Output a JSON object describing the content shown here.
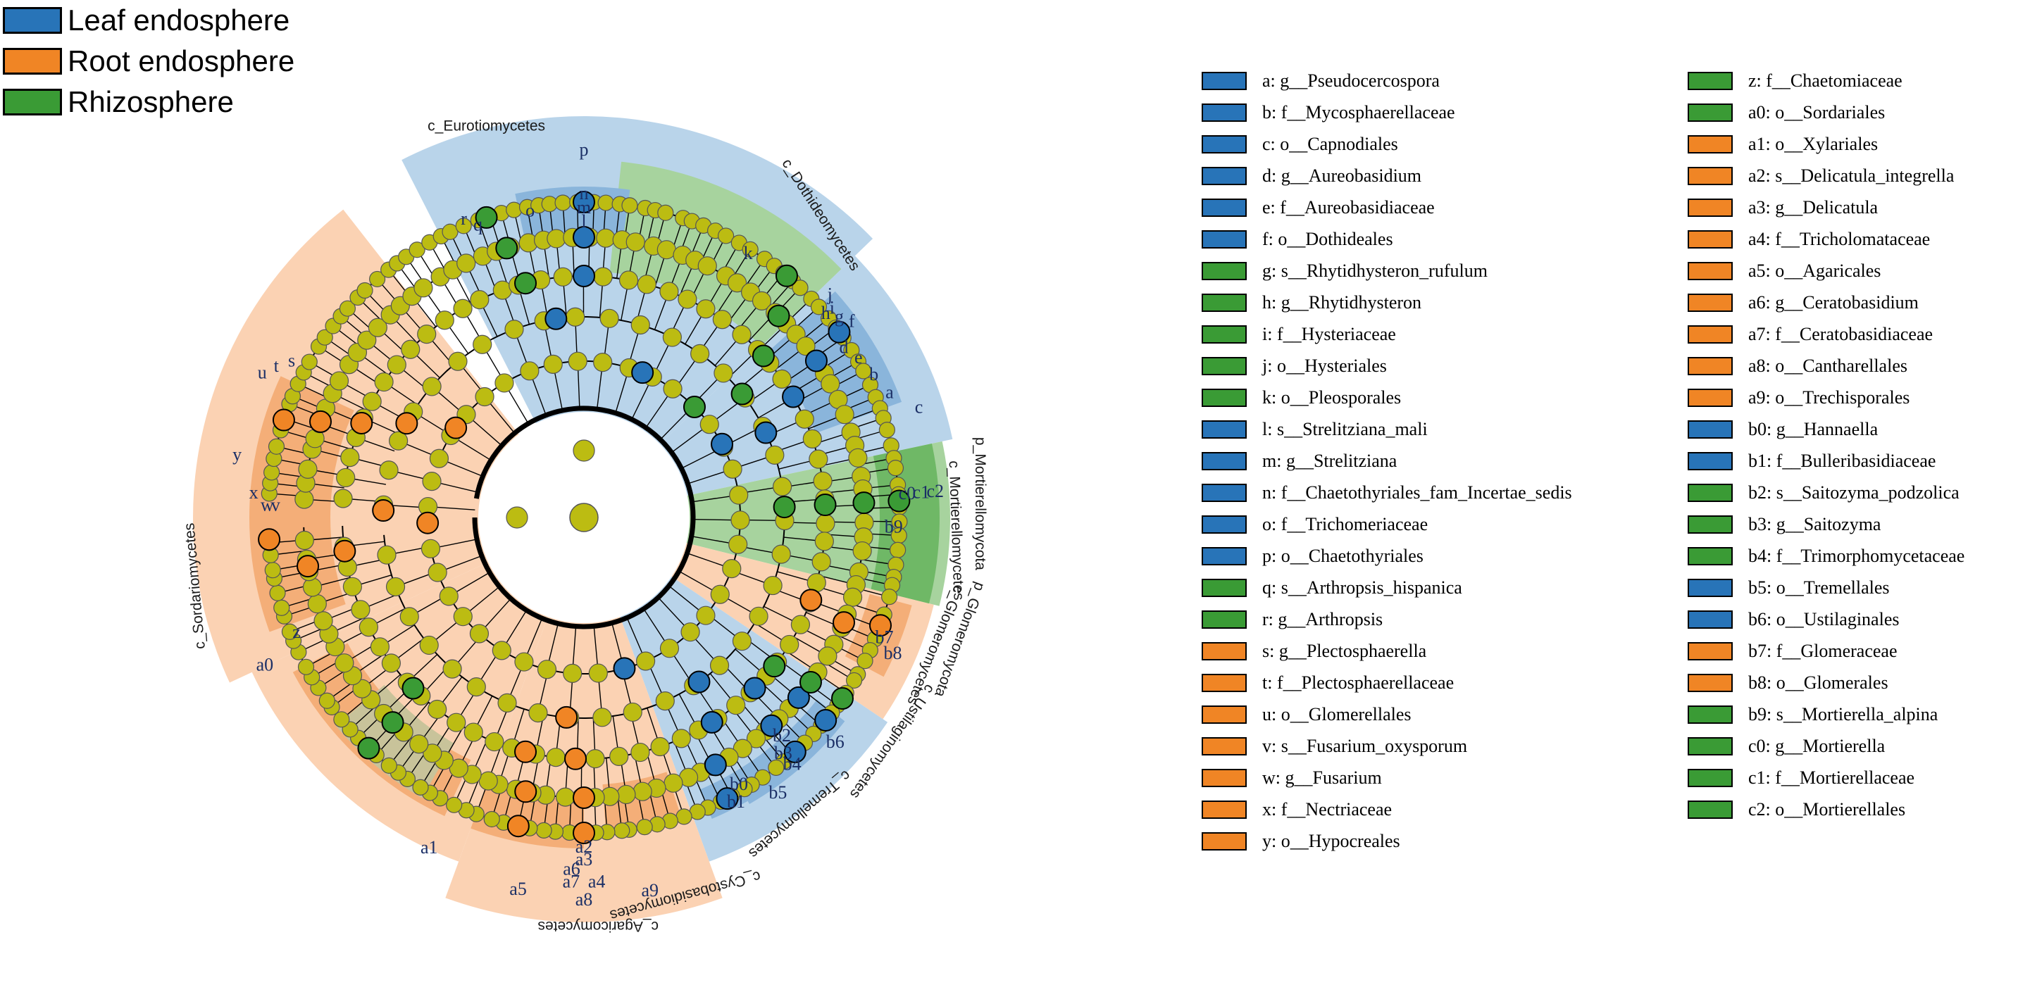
{
  "colors": {
    "leaf": "#2874b8",
    "root": "#f08525",
    "rhizo": "#3a9b35",
    "node_default": "#bcbc12",
    "leaf_bg": "#b9d4ea",
    "leaf_bg_dark": "#8ab5db",
    "root_bg": "#fbd2b3",
    "root_bg_dark": "#f4ae78",
    "rhizo_bg": "#a7d39e",
    "rhizo_bg_dark": "#6fb866"
  },
  "groups": [
    {
      "name": "Leaf endosphere",
      "color": "#2874b8"
    },
    {
      "name": "Root endosphere",
      "color": "#f08525"
    },
    {
      "name": "Rhizosphere",
      "color": "#3a9b35"
    }
  ],
  "biomarkers": [
    {
      "label": "a: g__Pseudocercospora",
      "group": "leaf"
    },
    {
      "label": "b: f__Mycosphaerellaceae",
      "group": "leaf"
    },
    {
      "label": "c: o__Capnodiales",
      "group": "leaf"
    },
    {
      "label": "d: g__Aureobasidium",
      "group": "leaf"
    },
    {
      "label": "e: f__Aureobasidiaceae",
      "group": "leaf"
    },
    {
      "label": "f: o__Dothideales",
      "group": "leaf"
    },
    {
      "label": "g: s__Rhytidhysteron_rufulum",
      "group": "rhizo"
    },
    {
      "label": "h: g__Rhytidhysteron",
      "group": "rhizo"
    },
    {
      "label": "i: f__Hysteriaceae",
      "group": "rhizo"
    },
    {
      "label": "j: o__Hysteriales",
      "group": "rhizo"
    },
    {
      "label": "k: o__Pleosporales",
      "group": "rhizo"
    },
    {
      "label": "l: s__Strelitziana_mali",
      "group": "leaf"
    },
    {
      "label": "m: g__Strelitziana",
      "group": "leaf"
    },
    {
      "label": "n: f__Chaetothyriales_fam_Incertae_sedis",
      "group": "leaf"
    },
    {
      "label": "o: f__Trichomeriaceae",
      "group": "leaf"
    },
    {
      "label": "p: o__Chaetothyriales",
      "group": "leaf"
    },
    {
      "label": "q: s__Arthropsis_hispanica",
      "group": "rhizo"
    },
    {
      "label": "r: g__Arthropsis",
      "group": "rhizo"
    },
    {
      "label": "s: g__Plectosphaerella",
      "group": "root"
    },
    {
      "label": "t: f__Plectosphaerellaceae",
      "group": "root"
    },
    {
      "label": "u: o__Glomerellales",
      "group": "root"
    },
    {
      "label": "v: s__Fusarium_oxysporum",
      "group": "root"
    },
    {
      "label": "w: g__Fusarium",
      "group": "root"
    },
    {
      "label": "x: f__Nectriaceae",
      "group": "root"
    },
    {
      "label": "y: o__Hypocreales",
      "group": "root"
    },
    {
      "label": "z: f__Chaetomiaceae",
      "group": "rhizo"
    },
    {
      "label": "a0: o__Sordariales",
      "group": "rhizo"
    },
    {
      "label": "a1: o__Xylariales",
      "group": "root"
    },
    {
      "label": "a2: s__Delicatula_integrella",
      "group": "root"
    },
    {
      "label": "a3: g__Delicatula",
      "group": "root"
    },
    {
      "label": "a4: f__Tricholomataceae",
      "group": "root"
    },
    {
      "label": "a5: o__Agaricales",
      "group": "root"
    },
    {
      "label": "a6: g__Ceratobasidium",
      "group": "root"
    },
    {
      "label": "a7: f__Ceratobasidiaceae",
      "group": "root"
    },
    {
      "label": "a8: o__Cantharellales",
      "group": "root"
    },
    {
      "label": "a9: o__Trechisporales",
      "group": "root"
    },
    {
      "label": "b0: g__Hannaella",
      "group": "leaf"
    },
    {
      "label": "b1: f__Bulleribasidiaceae",
      "group": "leaf"
    },
    {
      "label": "b2: s__Saitozyma_podzolica",
      "group": "rhizo"
    },
    {
      "label": "b3: g__Saitozyma",
      "group": "rhizo"
    },
    {
      "label": "b4: f__Trimorphomycetaceae",
      "group": "rhizo"
    },
    {
      "label": "b5: o__Tremellales",
      "group": "leaf"
    },
    {
      "label": "b6: o__Ustilaginales",
      "group": "leaf"
    },
    {
      "label": "b7: f__Glomeraceae",
      "group": "root"
    },
    {
      "label": "b8: o__Glomerales",
      "group": "root"
    },
    {
      "label": "b9: s__Mortierella_alpina",
      "group": "rhizo"
    },
    {
      "label": "c0: g__Mortierella",
      "group": "rhizo"
    },
    {
      "label": "c1: f__Mortierellaceae",
      "group": "rhizo"
    },
    {
      "label": "c2: o__Mortierellales",
      "group": "rhizo"
    }
  ],
  "clade_labels": [
    {
      "text": "c_Eurotiomycetes"
    },
    {
      "text": "c_Dothideomycetes"
    },
    {
      "text": "p_Mortierellomycota"
    },
    {
      "text": "c_Mortierellomycetes"
    },
    {
      "text": "p_Glomeromycota"
    },
    {
      "text": "c_Glomeromycetes"
    },
    {
      "text": "c_Ustilaginomycetes"
    },
    {
      "text": "c_Tremellomycetes"
    },
    {
      "text": "c_Cystobasidiomycetes"
    },
    {
      "text": "c_Agaricomycetes"
    },
    {
      "text": "c_Sordariomycetes"
    }
  ]
}
